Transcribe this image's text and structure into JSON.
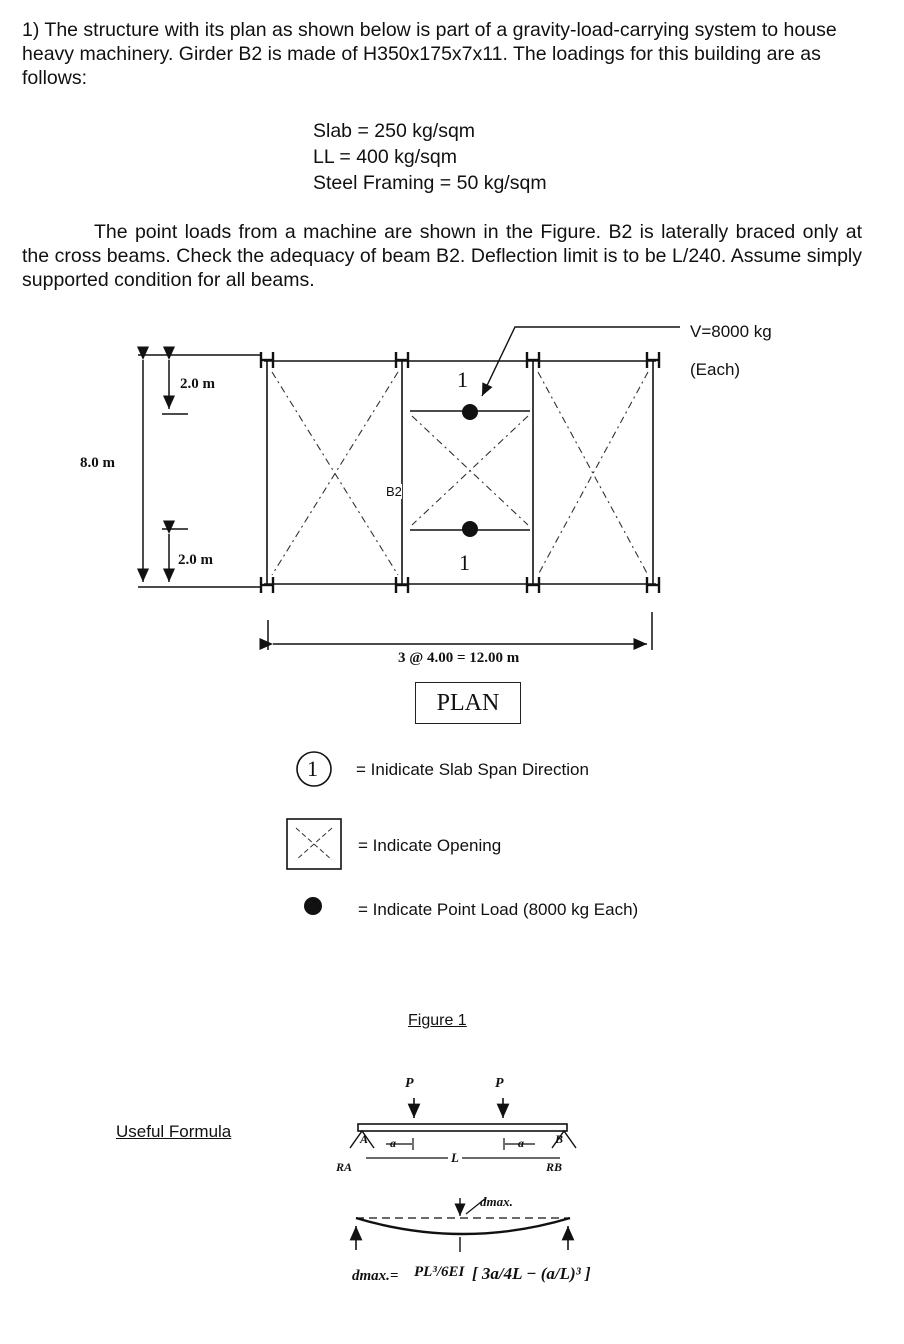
{
  "problem": {
    "intro": "1) The structure with its plan as shown below is part of a gravity-load-carrying system to house heavy machinery. Girder B2 is made of H350x175x7x11. The loadings for this building are as follows:",
    "loads": {
      "slab": "Slab  =  250  kg/sqm",
      "ll": "LL     =  400  kg/sqm",
      "steel": "Steel Framing = 50 kg/sqm"
    },
    "body": "The point loads from a machine are shown in the Figure. B2 is laterally braced only at the cross beams. Check the adequacy of beam B2. Deflection limit is to be L/240. Assume simply supported condition for all beams."
  },
  "plan": {
    "v_label": "V=8000 kg",
    "v_each": "(Each)",
    "dim_top": "2.0 m",
    "dim_total": "8.0 m",
    "dim_bottom": "2.0 m",
    "beam_label": "B2",
    "span_label": "3 @ 4.00 = 12.00 m",
    "slab_dir_mark": "1",
    "title": "PLAN"
  },
  "legend": {
    "slab_symbol": "1",
    "slab_text": "= Inidicate Slab Span Direction",
    "opening_text": "= Indicate Opening",
    "point_text": "= Indicate Point Load (8000 kg Each)"
  },
  "figure_caption": "Figure 1",
  "formula": {
    "heading": "Useful Formula",
    "p": "P",
    "a": "a",
    "L": "L",
    "A": "A",
    "B": "B",
    "RA": "RA",
    "RB": "RB",
    "dmax": "dmax.",
    "eq_lhs": "dmax.=",
    "eq_coef": "PL³/6EI",
    "eq_bracket": "[ 3a/4L − (a/L)³ ]"
  }
}
